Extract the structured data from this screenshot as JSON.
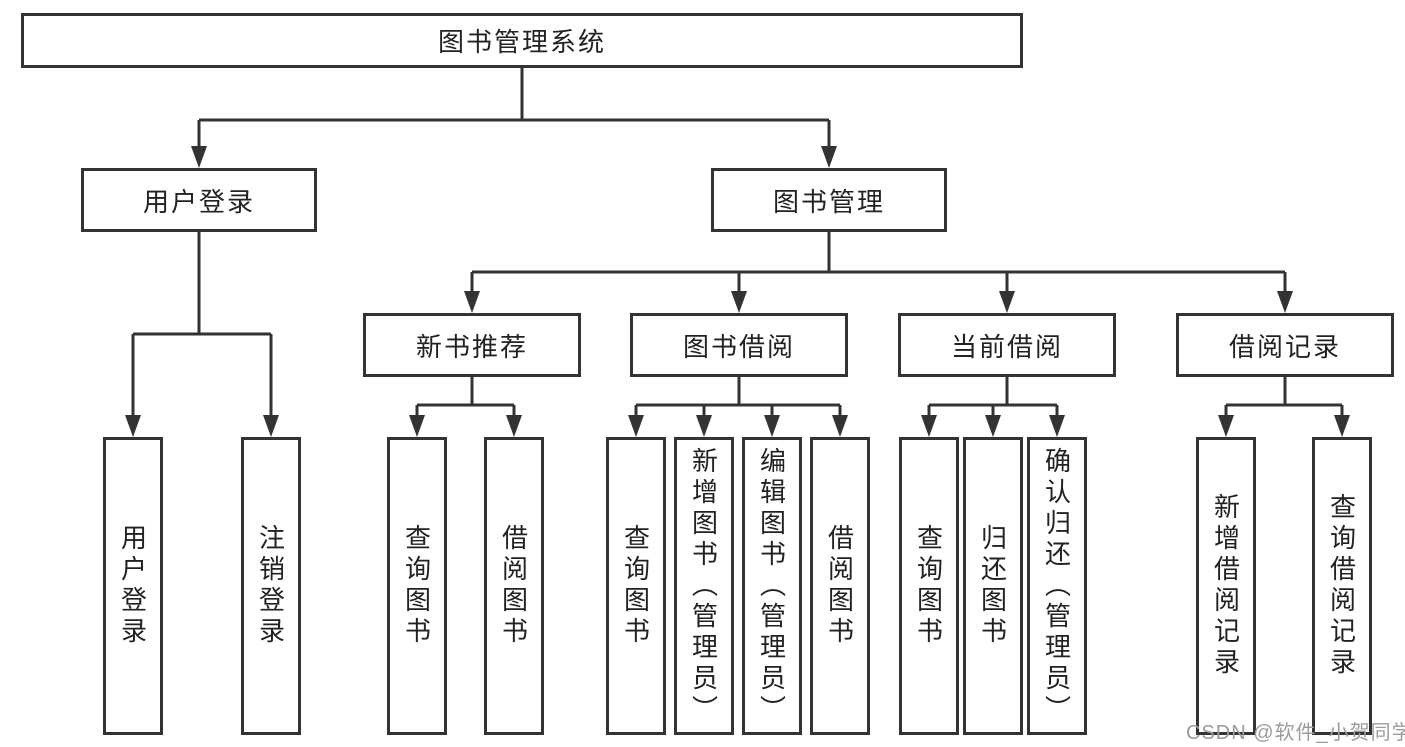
{
  "page": {
    "background": "#ffffff",
    "line_color": "#333333",
    "text_color": "#222222",
    "watermark_color": "#9c9c9c"
  },
  "diagram": {
    "root": "图书管理系统",
    "branches": [
      {
        "label": "用户登录",
        "children": [
          "用户登录",
          "注销登录"
        ]
      },
      {
        "label": "图书管理"
      }
    ],
    "modules": [
      {
        "label": "新书推荐",
        "children": [
          "查询图书",
          "借阅图书"
        ]
      },
      {
        "label": "图书借阅",
        "children": [
          "查询图书",
          "新增图书（管理员）",
          "编辑图书（管理员）",
          "借阅图书"
        ]
      },
      {
        "label": "当前借阅",
        "children": [
          "查询图书",
          "归还图书",
          "确认归还（管理员）"
        ]
      },
      {
        "label": "借阅记录",
        "children": [
          "新增借阅记录",
          "查询借阅记录"
        ]
      }
    ],
    "watermark": "CSDN @软件_小贺同学"
  }
}
